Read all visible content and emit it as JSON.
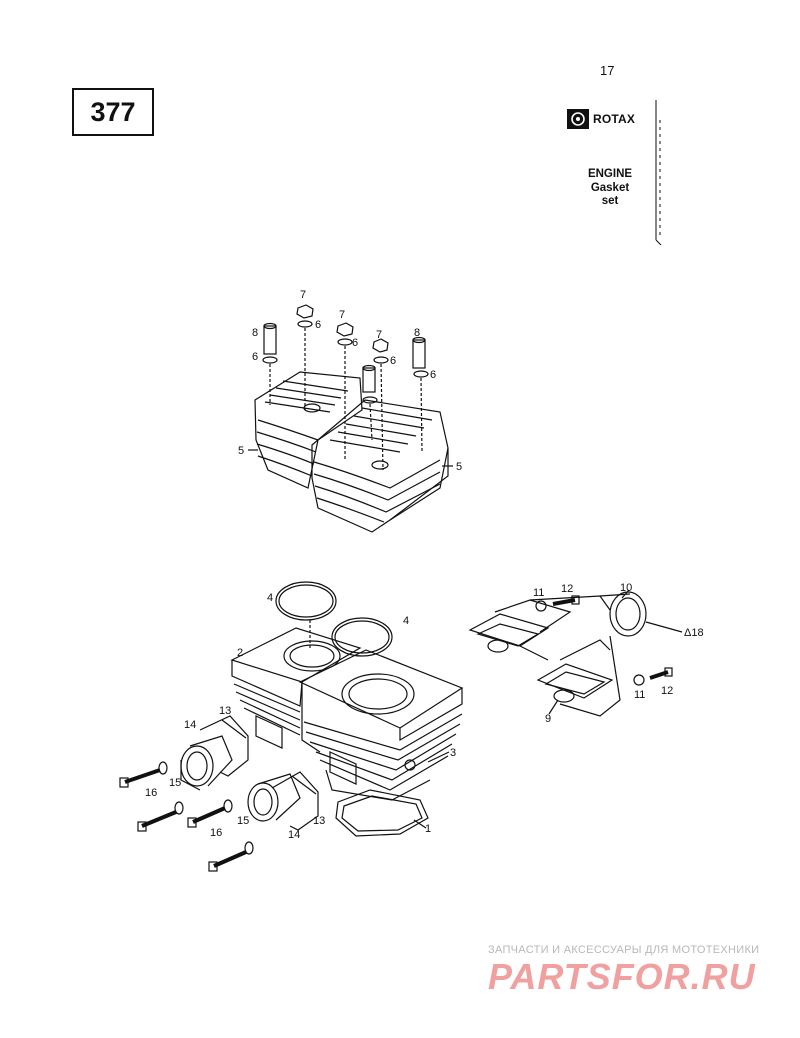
{
  "header": {
    "page_number": "17",
    "model_number": "377",
    "brand_logo_text": "ROTAX",
    "title_lines": [
      "ENGINE",
      "Gasket",
      "set"
    ]
  },
  "callouts": {
    "c1": "1",
    "c2": "2",
    "c3": "3",
    "c4a": "4",
    "c4b": "4",
    "c5a": "5",
    "c5b": "5",
    "c6a": "6",
    "c6b": "6",
    "c6c": "6",
    "c6d": "6",
    "c6e": "6",
    "c7a": "7",
    "c7b": "7",
    "c7c": "7",
    "c8a": "8",
    "c8b": "8",
    "c9": "9",
    "c10": "10",
    "c11a": "11",
    "c11b": "11",
    "c12a": "12",
    "c12b": "12",
    "c13a": "13",
    "c13b": "13",
    "c14a": "14",
    "c14b": "14",
    "c15a": "15",
    "c15b": "15",
    "c16a": "16",
    "c16b": "16",
    "c18": "Δ18"
  },
  "watermark": {
    "tagline": "ЗАПЧАСТИ И АКСЕССУАРЫ ДЛЯ МОТОТЕХНИКИ",
    "brand": "PARTSFOR.RU"
  }
}
